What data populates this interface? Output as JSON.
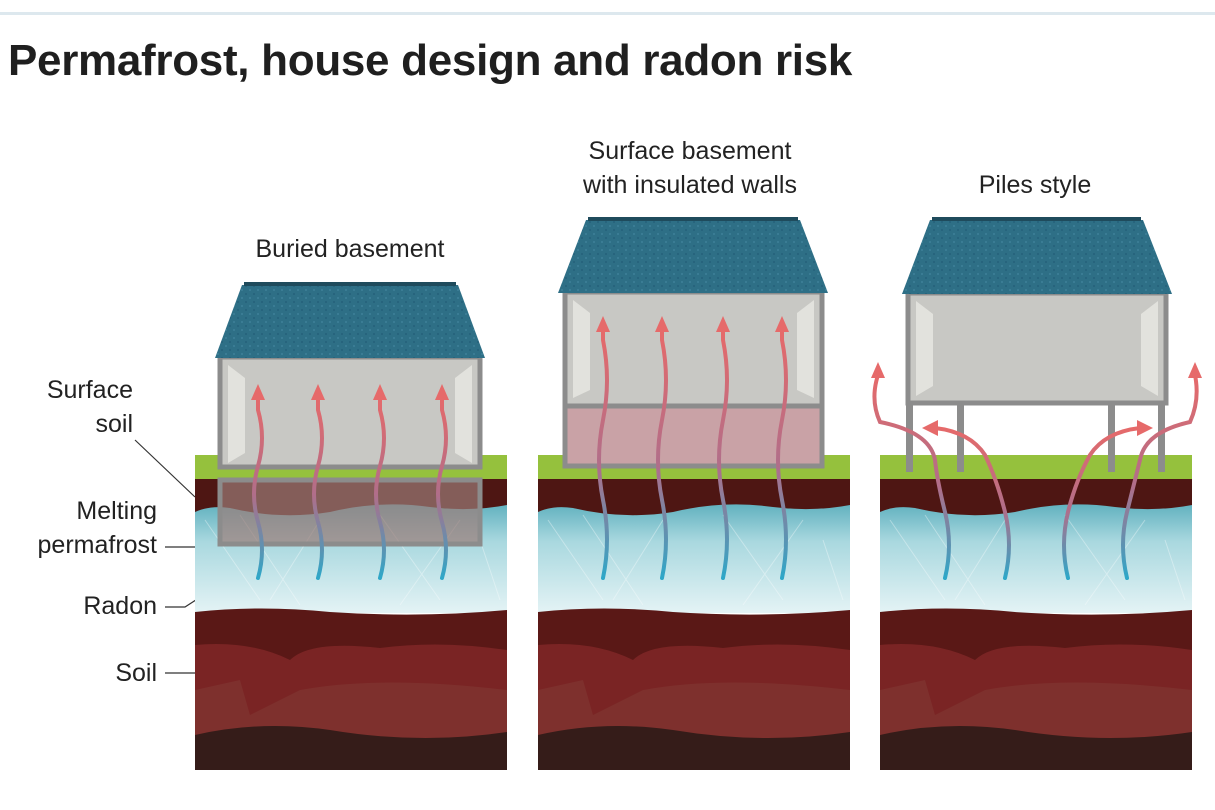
{
  "title": "Permafrost, house design and radon risk",
  "panels": [
    {
      "title": "Buried basement"
    },
    {
      "title_line1": "Surface basement",
      "title_line2": "with insulated walls"
    },
    {
      "title": "Piles style"
    }
  ],
  "layers": {
    "surface_soil_line1": "Surface",
    "surface_soil_line2": "soil",
    "melting_line1": "Melting",
    "melting_line2": "permafrost",
    "radon": "Radon",
    "soil": "Soil"
  },
  "colors": {
    "roof": "#2e6f86",
    "grass": "#95c13d",
    "topsoil": "#4e1613",
    "permafrost": "#b8dfe4",
    "soil_mid": "#7a2424",
    "soil_deep": "#351c19",
    "radon_underground": "#2ea7c8",
    "radon_air": "#e66a6a",
    "wall": "#8c8c8c",
    "room": "#c8c8c4"
  }
}
